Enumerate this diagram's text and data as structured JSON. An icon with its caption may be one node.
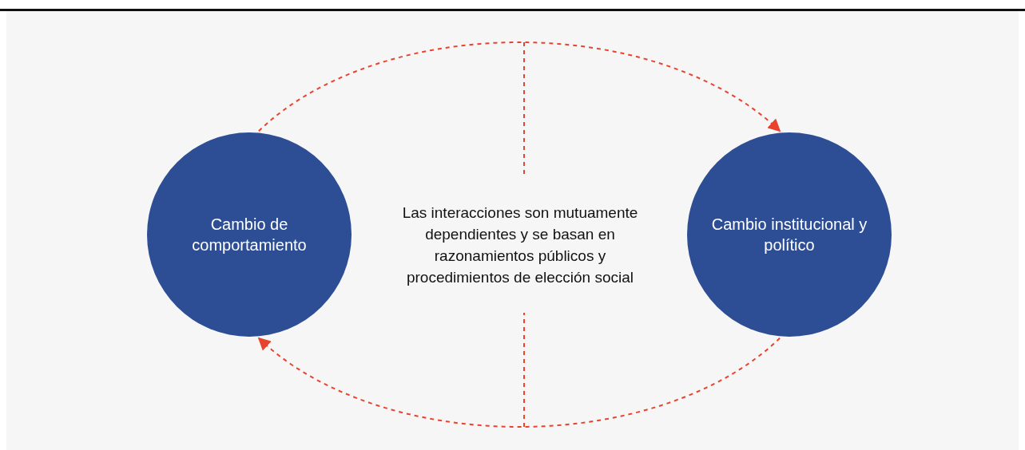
{
  "diagram": {
    "nodes": [
      {
        "text": [
          "Cambio de comportamiento"
        ]
      },
      {
        "text": [
          "Cambio institucional y político"
        ]
      },
      {
        "text": [
          "Las interacciones son mutuamente dependientes y se basan en razonamientos públicos y procedimientos de elección social"
        ]
      }
    ],
    "edges": [
      {
        "from": 0,
        "to": 1,
        "arrow": "to",
        "style": "dashed",
        "color": "#e8432e"
      },
      {
        "from": 1,
        "to": 0,
        "arrow": "to",
        "style": "dashed",
        "color": "#e8432e"
      },
      {
        "from": 2,
        "to": null,
        "arrow": "none",
        "style": "dashed",
        "color": "#e8432e"
      },
      {
        "from": 2,
        "to": null,
        "arrow": "none",
        "style": "dashed",
        "color": "#e8432e"
      }
    ]
  }
}
